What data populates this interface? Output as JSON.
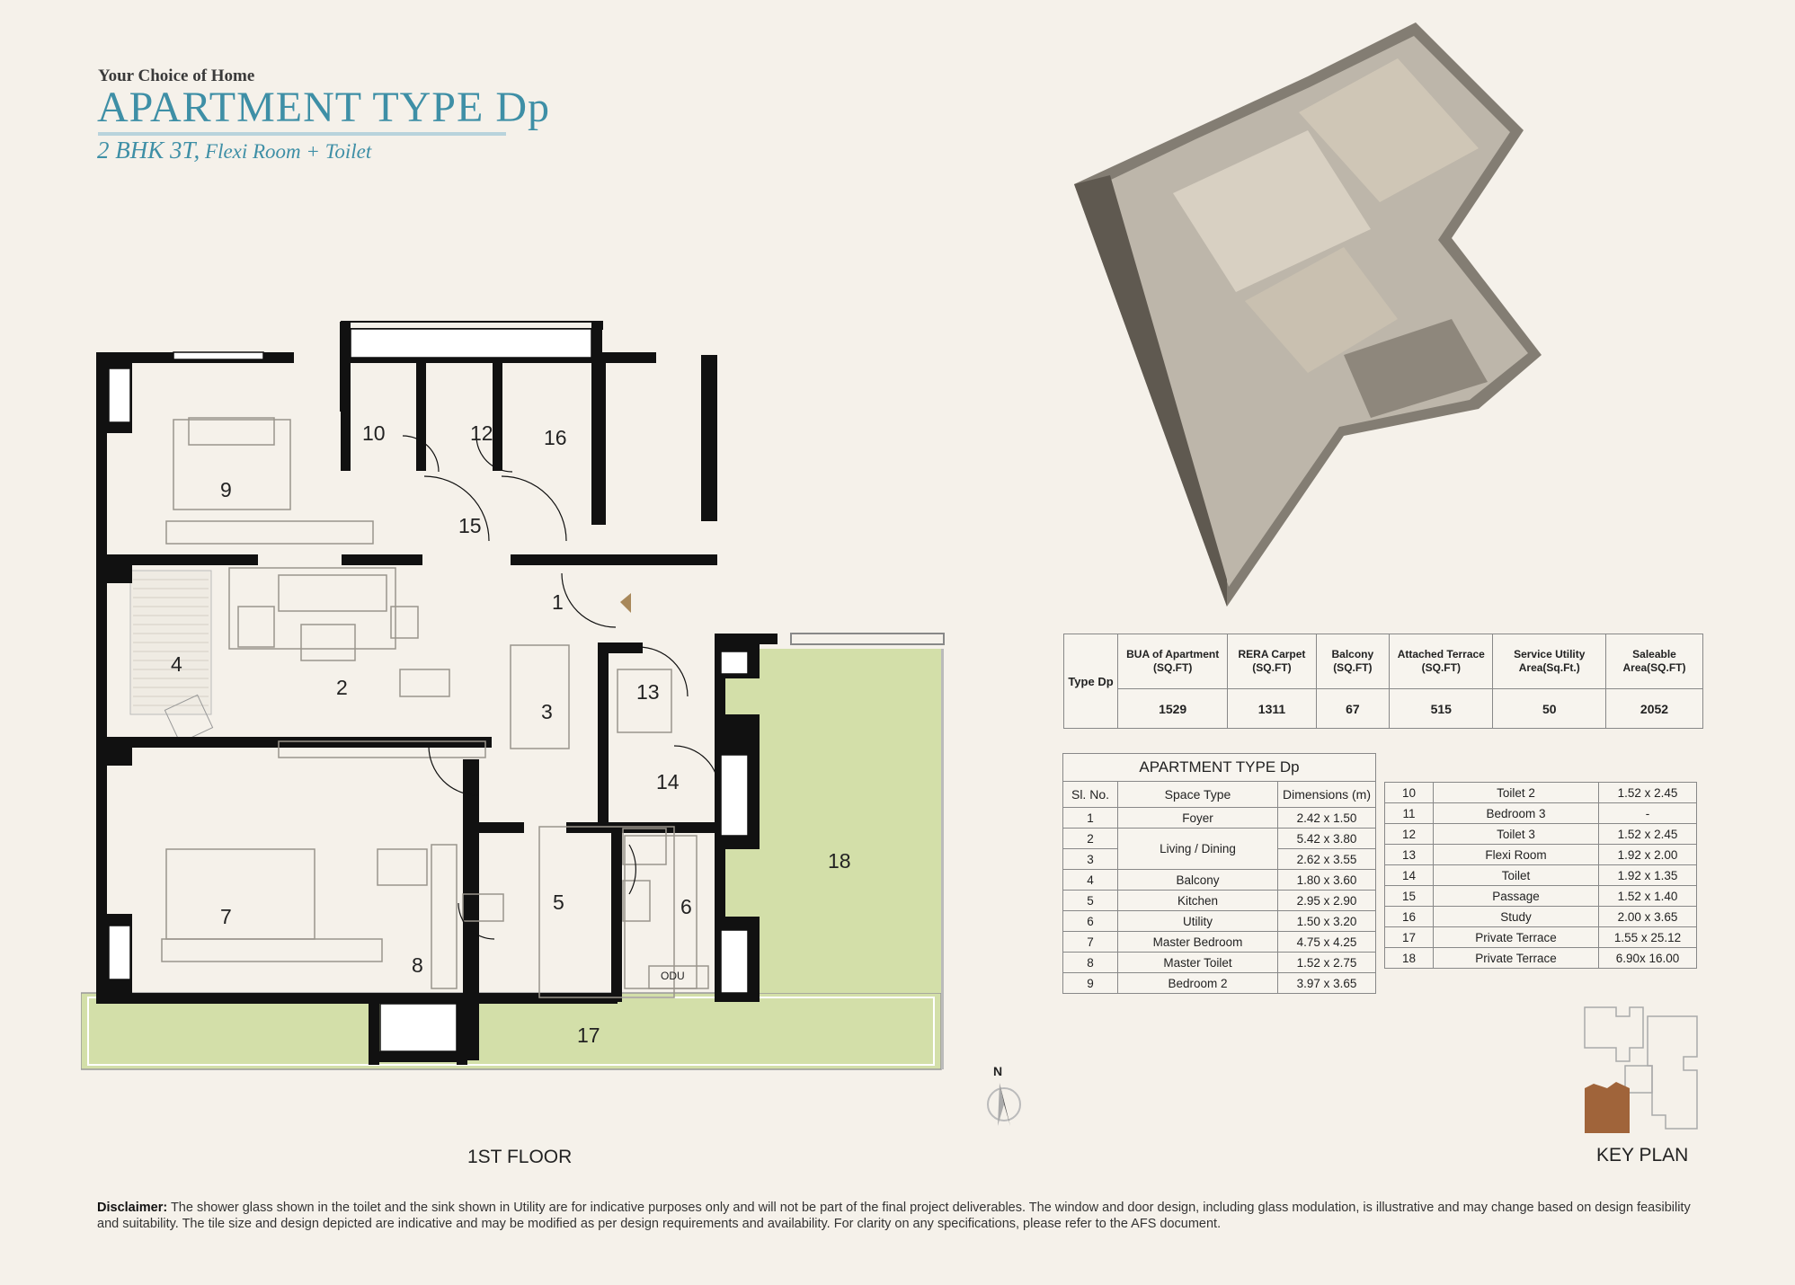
{
  "header": {
    "tagline": "Your Choice of Home",
    "title": "APARTMENT TYPE Dp",
    "subtitle_main": "2 BHK 3T,",
    "subtitle_rest": " Flexi Room + Toilet"
  },
  "plan": {
    "floor_caption": "1ST FLOOR",
    "room_numbers": [
      "1",
      "2",
      "3",
      "4",
      "5",
      "6",
      "7",
      "8",
      "9",
      "10",
      "12",
      "13",
      "14",
      "15",
      "16",
      "17",
      "18"
    ],
    "odu_label": "ODU",
    "compass_label": "N"
  },
  "summary_table": {
    "row_header": "Type Dp",
    "columns": [
      "BUA of Apartment (SQ.FT)",
      "RERA Carpet (SQ.FT)",
      "Balcony (SQ.FT)",
      "Attached Terrace (SQ.FT)",
      "Service Utility Area(Sq.Ft.)",
      "Saleable Area(SQ.FT)"
    ],
    "values": [
      "1529",
      "1311",
      "67",
      "515",
      "50",
      "2052"
    ]
  },
  "rooms_table": {
    "caption": "APARTMENT TYPE Dp",
    "headers": [
      "Sl. No.",
      "Space Type",
      "Dimensions (m)"
    ],
    "left_rows": [
      {
        "no": "1",
        "type": "Foyer",
        "dim": "2.42 x 1.50"
      },
      {
        "no": "2",
        "type": "Living / Dining",
        "dim": "5.42 x 3.80"
      },
      {
        "no": "3",
        "type": "",
        "dim": "2.62 x 3.55"
      },
      {
        "no": "4",
        "type": "Balcony",
        "dim": "1.80 x 3.60"
      },
      {
        "no": "5",
        "type": "Kitchen",
        "dim": "2.95 x 2.90"
      },
      {
        "no": "6",
        "type": "Utility",
        "dim": "1.50 x 3.20"
      },
      {
        "no": "7",
        "type": "Master Bedroom",
        "dim": "4.75 x 4.25"
      },
      {
        "no": "8",
        "type": "Master Toilet",
        "dim": "1.52 x 2.75"
      },
      {
        "no": "9",
        "type": "Bedroom 2",
        "dim": "3.97 x 3.65"
      }
    ],
    "right_rows": [
      {
        "no": "10",
        "type": "Toilet 2",
        "dim": "1.52 x 2.45"
      },
      {
        "no": "11",
        "type": "Bedroom 3",
        "dim": "-"
      },
      {
        "no": "12",
        "type": "Toilet 3",
        "dim": "1.52 x 2.45"
      },
      {
        "no": "13",
        "type": "Flexi Room",
        "dim": "1.92 x 2.00"
      },
      {
        "no": "14",
        "type": "Toilet",
        "dim": "1.92 x 1.35"
      },
      {
        "no": "15",
        "type": "Passage",
        "dim": "1.52 x 1.40"
      },
      {
        "no": "16",
        "type": "Study",
        "dim": "2.00 x 3.65"
      },
      {
        "no": "17",
        "type": "Private Terrace",
        "dim": "1.55 x 25.12"
      },
      {
        "no": "18",
        "type": "Private Terrace",
        "dim": "6.90x 16.00"
      }
    ]
  },
  "key_plan": {
    "caption": "KEY PLAN"
  },
  "disclaimer": {
    "label": "Disclaimer:",
    "text": " The shower glass shown in the toilet and the sink shown in Utility are for indicative purposes only and will not be part of the final project deliverables. The window and door design, including glass modulation, is illustrative and may change based on design feasibility and suitability. The tile size and design depicted are indicative and may be modified as per design requirements and availability. For clarity on any specifications, please refer to the AFS document."
  },
  "colors": {
    "title_blue": "#3e8fa6",
    "terrace_green": "#d3dfa9",
    "wall": "#111111",
    "background": "#f5f1ea",
    "keyplan_highlight": "#a0643a"
  }
}
